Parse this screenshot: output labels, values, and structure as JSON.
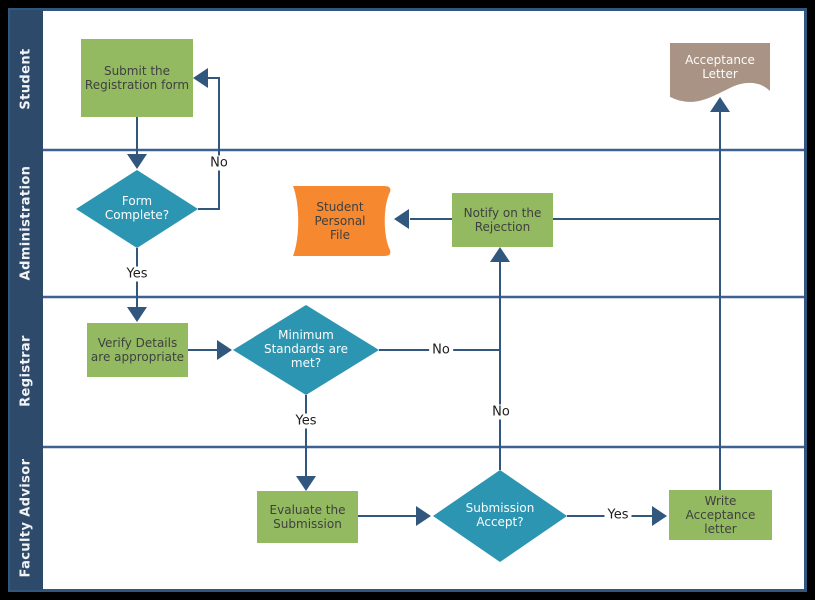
{
  "lanes": [
    {
      "label": "Student"
    },
    {
      "label": "Administration"
    },
    {
      "label": "Registrar"
    },
    {
      "label": "Faculty Advisor"
    }
  ],
  "nodes": {
    "submit_form": {
      "type": "process",
      "label": "Submit the\nRegistration form"
    },
    "form_complete": {
      "type": "decision",
      "label": "Form\nComplete?"
    },
    "student_personal_file": {
      "type": "stored-data",
      "label": "Student\nPersonal\nFile"
    },
    "notify_rejection": {
      "type": "process",
      "label": "Notify on the\nRejection"
    },
    "verify_details": {
      "type": "process",
      "label": "Verify Details\nare appropriate"
    },
    "min_standards": {
      "type": "decision",
      "label": "Minimum\nStandards  are\nmet?"
    },
    "evaluate_submission": {
      "type": "process",
      "label": "Evaluate the\nSubmission"
    },
    "submission_accept": {
      "type": "decision",
      "label": "Submission\nAccept?"
    },
    "write_acceptance": {
      "type": "process",
      "label": "Write\nAcceptance\nletter"
    },
    "acceptance_letter": {
      "type": "document",
      "label": "Acceptance\nLetter"
    }
  },
  "edge_labels": {
    "form_no": "No",
    "form_yes": "Yes",
    "standards_no": "No",
    "standards_yes": "Yes",
    "accept_no": "No",
    "accept_yes": "Yes"
  },
  "colors": {
    "frame": "#000000",
    "canvas": "#ffffff",
    "lane_bar": "#2e4a6b",
    "line": "#31577e",
    "divider": "#3d6190",
    "process_fill": "#93ba61",
    "decision_fill": "#2b95b2",
    "stored_data_fill": "#f6882f",
    "document_fill": "#a99385",
    "process_text": "#3f4040",
    "light_text": "#fcfcfc",
    "label_text": "#1c1c1c"
  }
}
